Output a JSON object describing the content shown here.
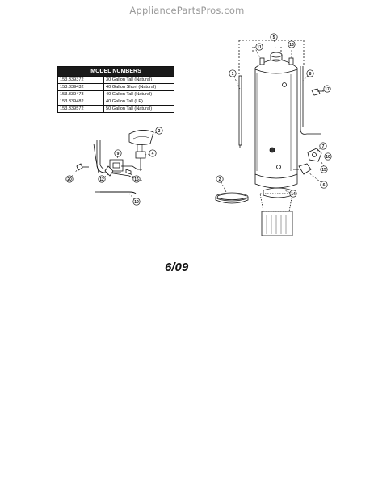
{
  "watermark": "AppliancePartsPros.com",
  "model_table": {
    "header": "MODEL NUMBERS",
    "rows": [
      {
        "number": "153.339372",
        "description": "30 Gallon Tall (Natural)"
      },
      {
        "number": "153.339432",
        "description": "40 Gallon Short (Natural)"
      },
      {
        "number": "153.339473",
        "description": "40 Gallon Tall (Natural)"
      },
      {
        "number": "153.339482",
        "description": "40 Gallon Tall (LP)"
      },
      {
        "number": "153.339572",
        "description": "50 Gallon Tall (Natural)"
      }
    ]
  },
  "date_code": "6/09",
  "callouts": {
    "c1": "1",
    "c2": "2",
    "c3": "3",
    "c4": "4",
    "c5": "5",
    "c6": "6",
    "c7": "7",
    "c8": "8",
    "c9": "9",
    "c10": "10",
    "c11": "11",
    "c12": "12",
    "c13": "13",
    "c14": "14",
    "c15": "15",
    "c16": "16",
    "c17": "17",
    "c19": "19",
    "c20": "20"
  }
}
